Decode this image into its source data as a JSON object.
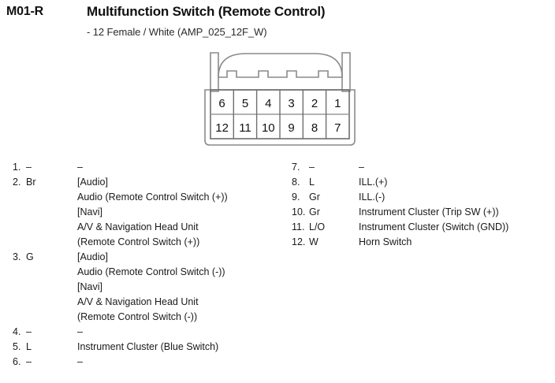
{
  "header": {
    "code": "M01-R",
    "title": "Multifunction Switch (Remote Control)",
    "subtitle": "- 12 Female / White (AMP_025_12F_W)"
  },
  "connector": {
    "name": "connector-12-pin-female",
    "rows": [
      [
        "6",
        "5",
        "4",
        "3",
        "2",
        "1"
      ],
      [
        "12",
        "11",
        "10",
        "9",
        "8",
        "7"
      ]
    ]
  },
  "pins_left": [
    {
      "num": "1.",
      "color": "–",
      "desc": "–",
      "extra": []
    },
    {
      "num": "2.",
      "color": "Br",
      "desc": "[Audio]",
      "extra": [
        "Audio (Remote Control Switch (+))",
        "[Navi]",
        "A/V & Navigation Head Unit",
        "(Remote Control Switch (+))"
      ]
    },
    {
      "num": "3.",
      "color": "G",
      "desc": "[Audio]",
      "extra": [
        "Audio (Remote Control Switch (-))",
        "[Navi]",
        "A/V & Navigation Head Unit",
        "(Remote Control Switch (-))"
      ]
    },
    {
      "num": "4.",
      "color": "–",
      "desc": "–",
      "extra": []
    },
    {
      "num": "5.",
      "color": "L",
      "desc": "Instrument Cluster (Blue Switch)",
      "extra": []
    },
    {
      "num": "6.",
      "color": "–",
      "desc": "–",
      "extra": []
    }
  ],
  "pins_right": [
    {
      "num": "7.",
      "color": "–",
      "desc": "–"
    },
    {
      "num": "8.",
      "color": "L",
      "desc": "ILL.(+)"
    },
    {
      "num": "9.",
      "color": "Gr",
      "desc": "ILL.(-)"
    },
    {
      "num": "10.",
      "color": "Gr",
      "desc": "Instrument Cluster (Trip SW (+))"
    },
    {
      "num": "11.",
      "color": "L/O",
      "desc": "Instrument Cluster (Switch (GND))"
    },
    {
      "num": "12.",
      "color": "W",
      "desc": "Horn Switch"
    }
  ],
  "colors": {
    "text": "#1a1a1a",
    "diagram_stroke": "#8a8a8a",
    "diagram_stroke_dark": "#6e6e6e"
  }
}
